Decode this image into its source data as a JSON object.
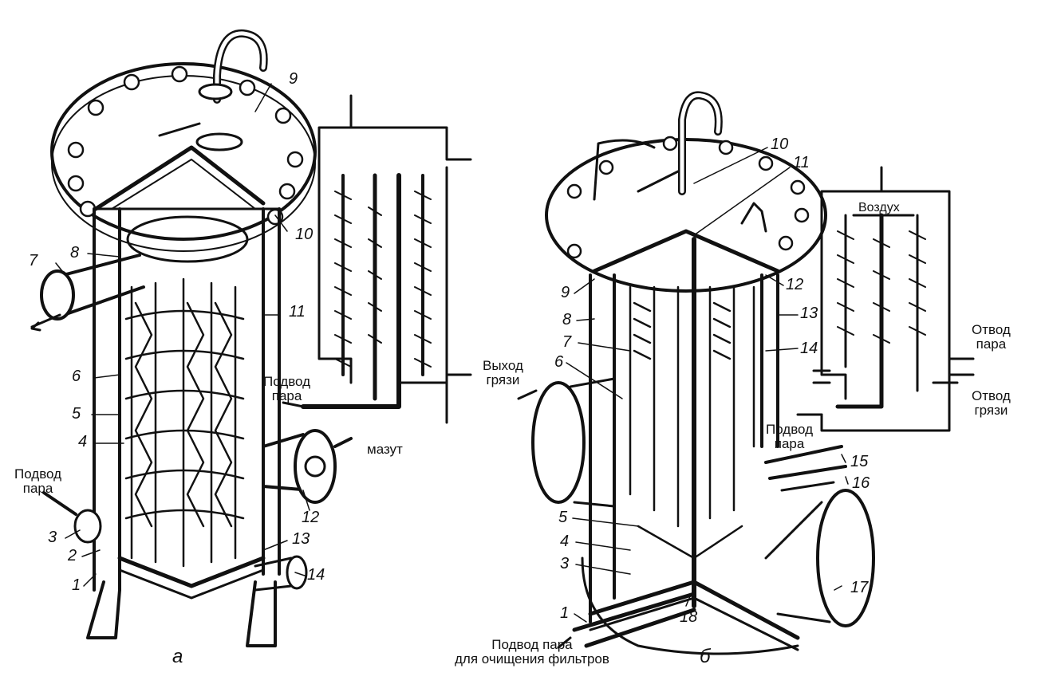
{
  "figure": {
    "a": {
      "caption": "а",
      "numbers": [
        "1",
        "2",
        "3",
        "4",
        "5",
        "6",
        "7",
        "8",
        "9",
        "10",
        "11",
        "12",
        "13",
        "14"
      ],
      "labels": {
        "steam_in_left": "Подвод\nпара",
        "steam_in_right": "Подвод\nпара",
        "dirt_out": "Выход\nгрязи",
        "fuel_oil": "мазут"
      }
    },
    "b": {
      "caption": "б",
      "numbers": [
        "1",
        "3",
        "4",
        "5",
        "6",
        "7",
        "8",
        "9",
        "10",
        "11",
        "12",
        "13",
        "14",
        "15",
        "16",
        "17",
        "18"
      ],
      "labels": {
        "air": "Воздух",
        "steam_out": "Отвод\nпара",
        "dirt_out": "Отвод\nгрязи",
        "steam_in": "Подвод\nпара",
        "steam_clean": "Подвод пара\nдля очищения фильтров"
      }
    }
  }
}
